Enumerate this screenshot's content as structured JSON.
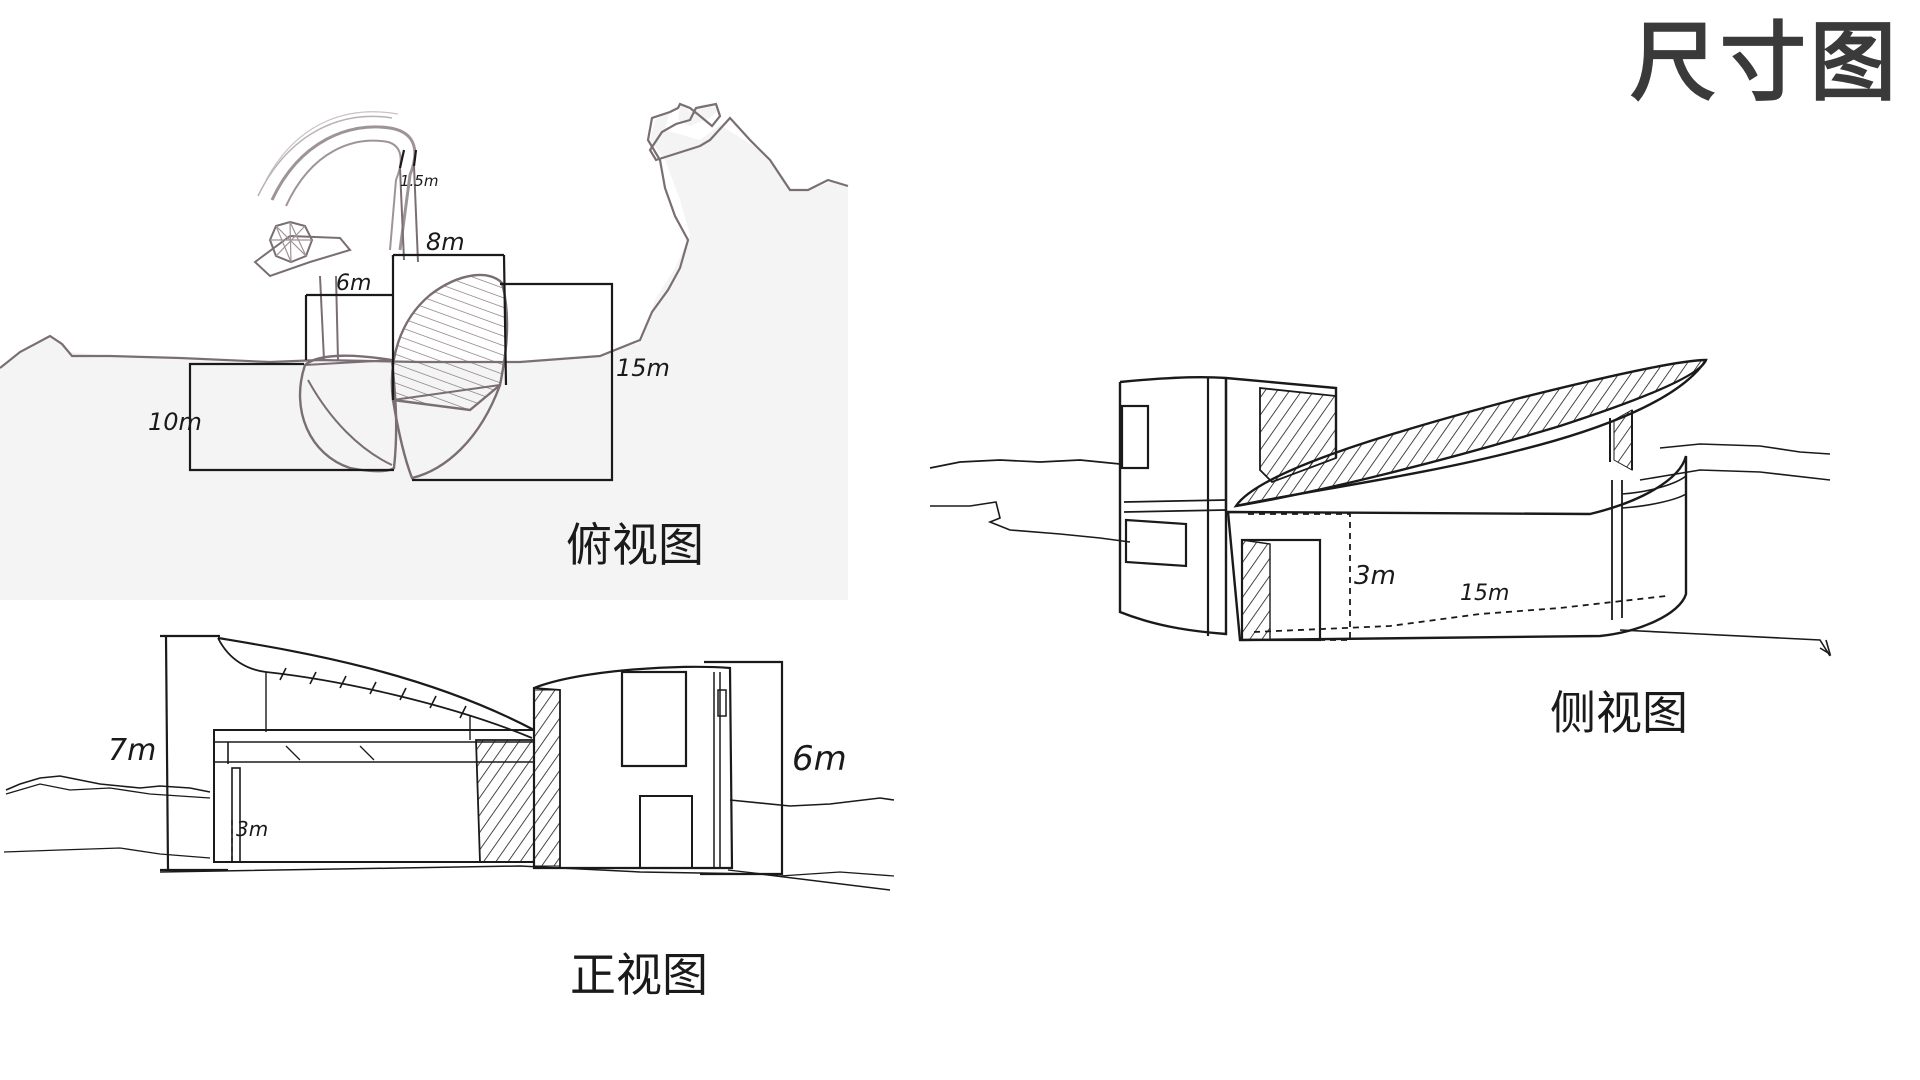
{
  "page": {
    "title": "尺寸图"
  },
  "top_view": {
    "caption": "俯视图",
    "dims": {
      "d_1_5m": "1.5m",
      "d_8m": "8m",
      "d_6m": "6m",
      "d_15m": "15m",
      "d_10m": "10m"
    }
  },
  "front_view": {
    "caption": "正视图",
    "dims": {
      "d_7m": "7m",
      "d_3m": "3m",
      "d_6m": "6m"
    }
  },
  "side_view": {
    "caption": "侧视图",
    "dims": {
      "d_3m": "3m",
      "d_15m": "15m"
    }
  },
  "colors": {
    "ink": "#1a1a1a",
    "plan_ink": "#7a6e74",
    "plan_bg": "#f4f4f4",
    "title": "#3a3a3a"
  }
}
